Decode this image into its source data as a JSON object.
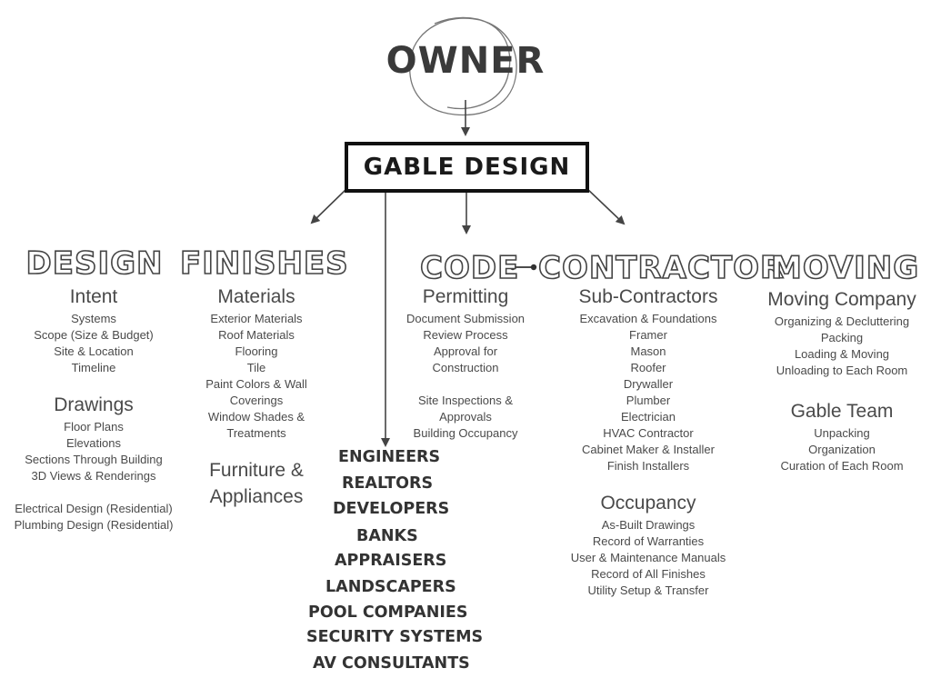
{
  "owner": "OWNER",
  "gable_design": "GABLE DESIGN",
  "design": {
    "title": "DESIGN",
    "intent": "Intent",
    "intent_items": [
      "Systems",
      "Scope (Size & Budget)",
      "Site & Location",
      "Timeline"
    ],
    "drawings": "Drawings",
    "drawings_items": [
      "Floor Plans",
      "Elevations",
      "Sections Through Building",
      "3D Views & Renderings",
      "",
      "Electrical Design (Residential)",
      "Plumbing Design (Residential)"
    ]
  },
  "finishes": {
    "title": "FINISHES",
    "materials": "Materials",
    "materials_items": [
      "Exterior Materials",
      "Roof Materials",
      "Flooring",
      "Tile",
      "Paint Colors & Wall",
      "Coverings",
      "Window Shades &",
      "Treatments"
    ],
    "furniture_line1": "Furniture &",
    "furniture_line2": "Appliances"
  },
  "code": {
    "title": "CODE",
    "permitting": "Permitting",
    "permitting_items": [
      "Document Submission",
      "Review Process",
      "Approval for",
      "Construction",
      "",
      "Site Inspections &",
      "Approvals",
      "Building Occupancy"
    ]
  },
  "contractor": {
    "title": "CONTRACTOR",
    "subcontractors": "Sub-Contractors",
    "subcontractors_items": [
      "Excavation & Foundations",
      "Framer",
      "Mason",
      "Roofer",
      "Drywaller",
      "Plumber",
      "Electrician",
      "HVAC Contractor",
      "Cabinet Maker & Installer",
      "Finish Installers"
    ],
    "occupancy": "Occupancy",
    "occupancy_items": [
      "As-Built Drawings",
      "Record of Warranties",
      "User & Maintenance Manuals",
      "Record of All Finishes",
      "Utility Setup & Transfer"
    ]
  },
  "moving": {
    "title": "MOVING",
    "company": "Moving Company",
    "company_items": [
      "Organizing & Decluttering",
      "Packing",
      "Loading & Moving",
      "Unloading to Each Room"
    ],
    "team": "Gable Team",
    "team_items": [
      "Unpacking",
      "Organization",
      "Curation of Each Room"
    ]
  },
  "partners": [
    "ENGINEERS",
    "REALTORS",
    "DEVELOPERS",
    "BANKS",
    "APPRAISERS",
    "LANDSCAPERS",
    "POOL COMPANIES",
    "SECURITY SYSTEMS",
    "AV CONSULTANTS"
  ],
  "colors": {
    "stroke": "#444444",
    "box_border": "#111111"
  }
}
